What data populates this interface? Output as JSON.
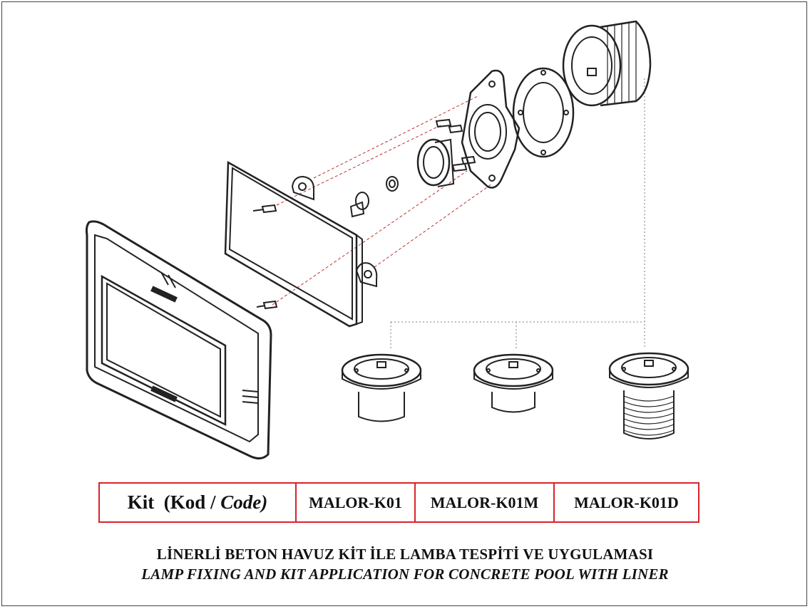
{
  "kit_table": {
    "label_kit": "Kit",
    "label_kod": "(Kod /",
    "label_code": "Code)",
    "codes": [
      "MALOR-K01",
      "MALOR-K01M",
      "MALOR-K01D"
    ]
  },
  "captions": {
    "turkish": "LİNERLİ BETON HAVUZ KİT İLE LAMBA TESPİTİ VE UYGULAMASI",
    "english": "LAMP FIXING AND KIT APPLICATION FOR CONCRETE POOL WITH LINER"
  },
  "colors": {
    "table_border": "#d9232a",
    "line_art": "#222222",
    "leader_lines": "#9a9a9a"
  }
}
